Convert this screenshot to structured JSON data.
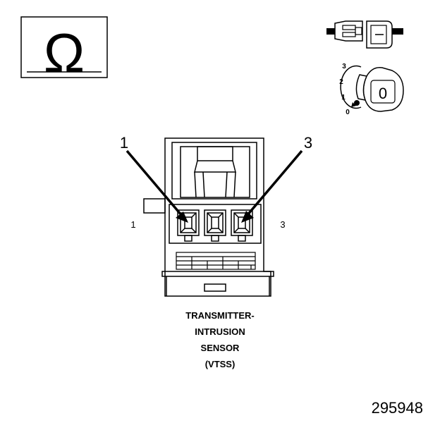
{
  "ohm_symbol": "Ω",
  "scale_labels": [
    "3",
    "2",
    "1",
    "0"
  ],
  "selector_value": "0",
  "callouts": {
    "left": "1",
    "right": "3"
  },
  "pin_labels": {
    "left": "1",
    "right": "3"
  },
  "caption": {
    "line1": "TRANSMITTER-",
    "line2": "INTRUSION",
    "line3": "SENSOR",
    "line4": "(VTSS)"
  },
  "figure_number": "295948"
}
